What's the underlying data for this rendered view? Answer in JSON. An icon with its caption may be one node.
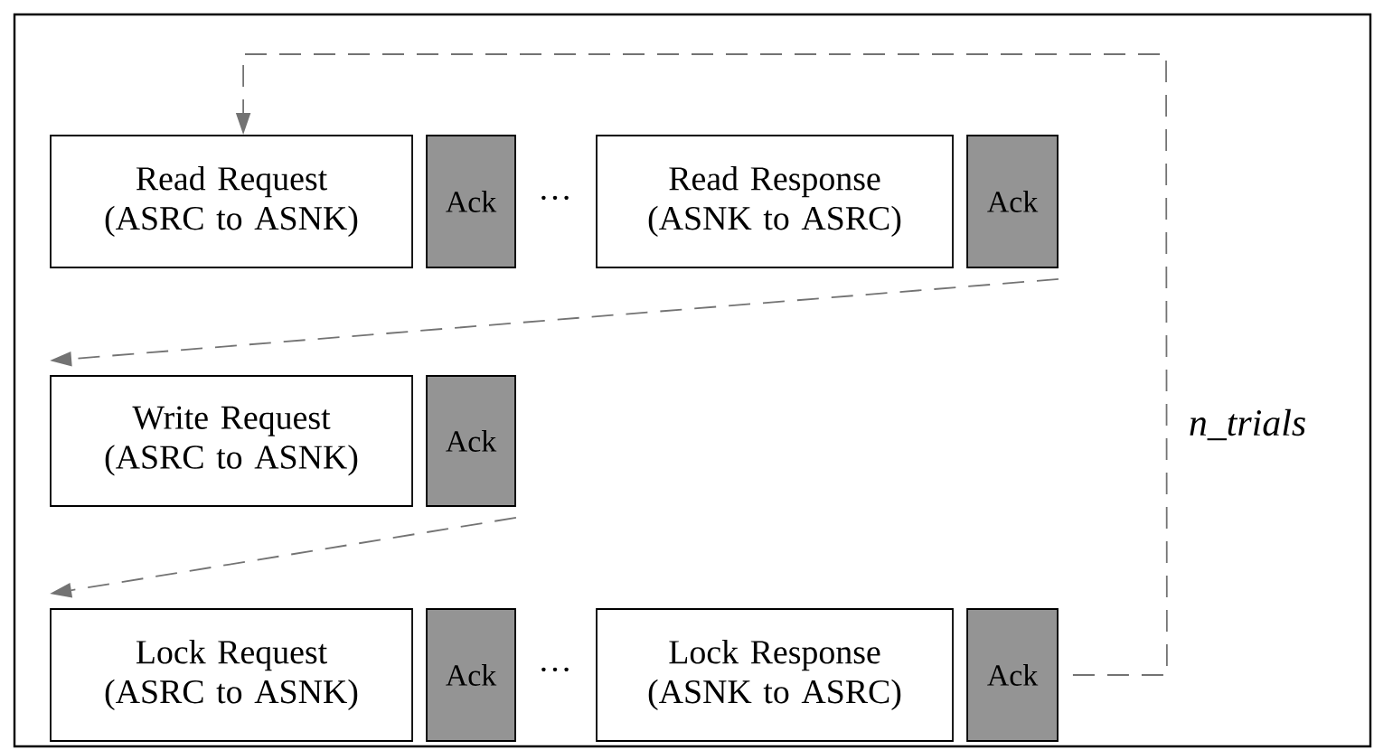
{
  "diagram": {
    "nodes": [
      {
        "text": [
          "Read Request (ASRC to ASNK)"
        ]
      },
      {
        "text": [
          "Ack"
        ]
      },
      {
        "text": [
          "Read Response (ASNK to ASRC)"
        ]
      },
      {
        "text": [
          "Ack"
        ]
      },
      {
        "text": [
          "Write Request (ASRC to ASNK)"
        ]
      },
      {
        "text": [
          "Ack"
        ]
      },
      {
        "text": [
          "Lock Request (ASRC to ASNK)"
        ]
      },
      {
        "text": [
          "Ack"
        ]
      },
      {
        "text": [
          "Lock Response (ASNK to ASRC)"
        ]
      },
      {
        "text": [
          "Ack"
        ]
      }
    ],
    "edges": [
      {
        "from": 3,
        "to": 4,
        "arrow": "to",
        "style": "dashed"
      },
      {
        "from": 5,
        "to": 6,
        "arrow": "to",
        "style": "dashed"
      },
      {
        "from": 9,
        "to": 0,
        "arrow": "to",
        "style": "dashed",
        "label": "n_trials"
      }
    ],
    "labels": [
      "···",
      "···"
    ]
  }
}
